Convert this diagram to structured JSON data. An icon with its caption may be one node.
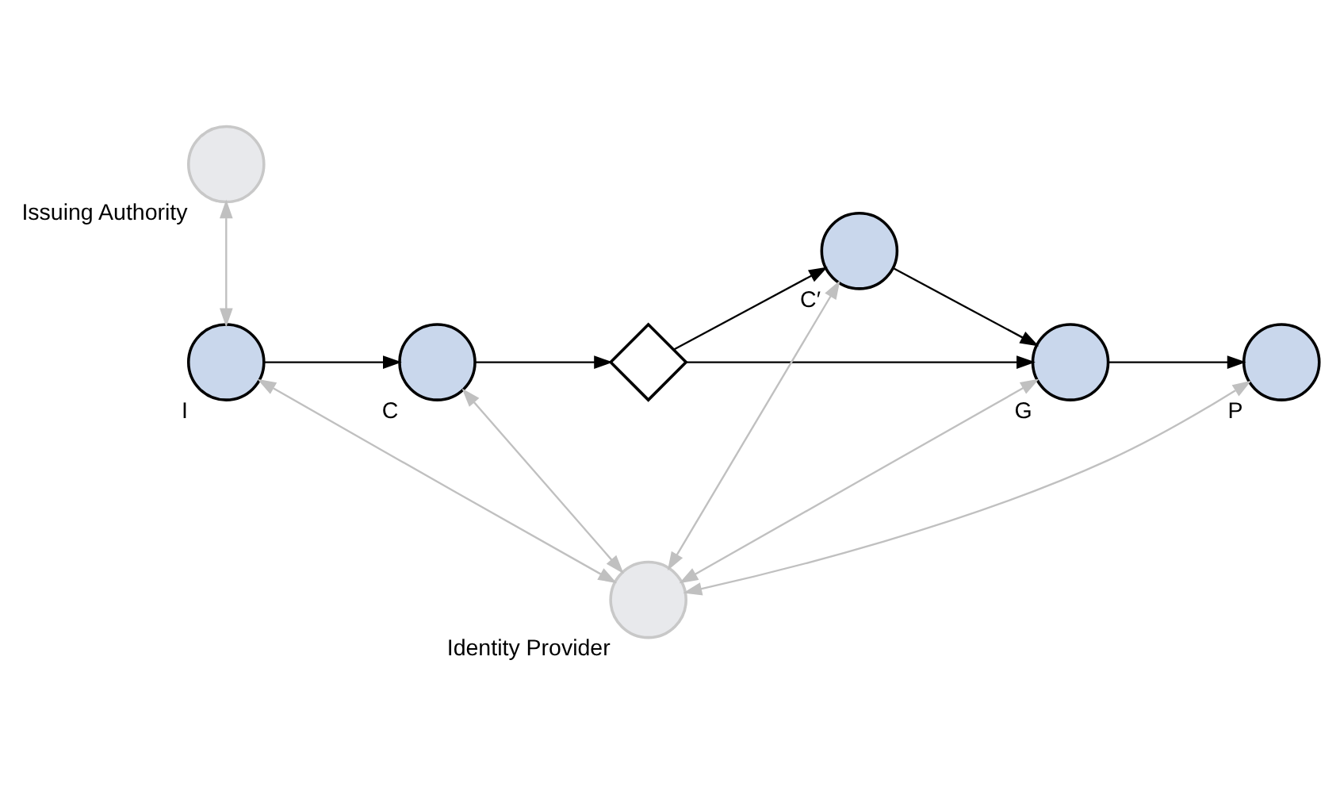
{
  "diagram": {
    "nodes": [
      {
        "text": [
          "Issuing Authority"
        ]
      },
      {
        "text": [
          "I"
        ]
      },
      {
        "text": [
          "C"
        ]
      },
      {
        "text": [],
        "shape": "diamond"
      },
      {
        "text": [
          "C′"
        ]
      },
      {
        "text": [
          "G"
        ]
      },
      {
        "text": [
          "P"
        ]
      },
      {
        "text": [
          "Identity Provider"
        ]
      }
    ],
    "edges": [
      {
        "from": 0,
        "to": 1,
        "arrow": "both",
        "color": "#c0c0c0"
      },
      {
        "from": 1,
        "to": 2,
        "arrow": "to",
        "color": "#000000"
      },
      {
        "from": 2,
        "to": 3,
        "arrow": "to",
        "color": "#000000"
      },
      {
        "from": 3,
        "to": 4,
        "arrow": "to",
        "color": "#000000"
      },
      {
        "from": 3,
        "to": 5,
        "arrow": "to",
        "color": "#000000"
      },
      {
        "from": 4,
        "to": 5,
        "arrow": "to",
        "color": "#000000"
      },
      {
        "from": 5,
        "to": 6,
        "arrow": "to",
        "color": "#000000"
      },
      {
        "from": 7,
        "to": 1,
        "arrow": "both",
        "color": "#c0c0c0"
      },
      {
        "from": 7,
        "to": 2,
        "arrow": "both",
        "color": "#c0c0c0"
      },
      {
        "from": 7,
        "to": 4,
        "arrow": "both",
        "color": "#c0c0c0"
      },
      {
        "from": 7,
        "to": 5,
        "arrow": "both",
        "color": "#c0c0c0"
      },
      {
        "from": 7,
        "to": 6,
        "arrow": "both",
        "color": "#c0c0c0"
      }
    ]
  }
}
